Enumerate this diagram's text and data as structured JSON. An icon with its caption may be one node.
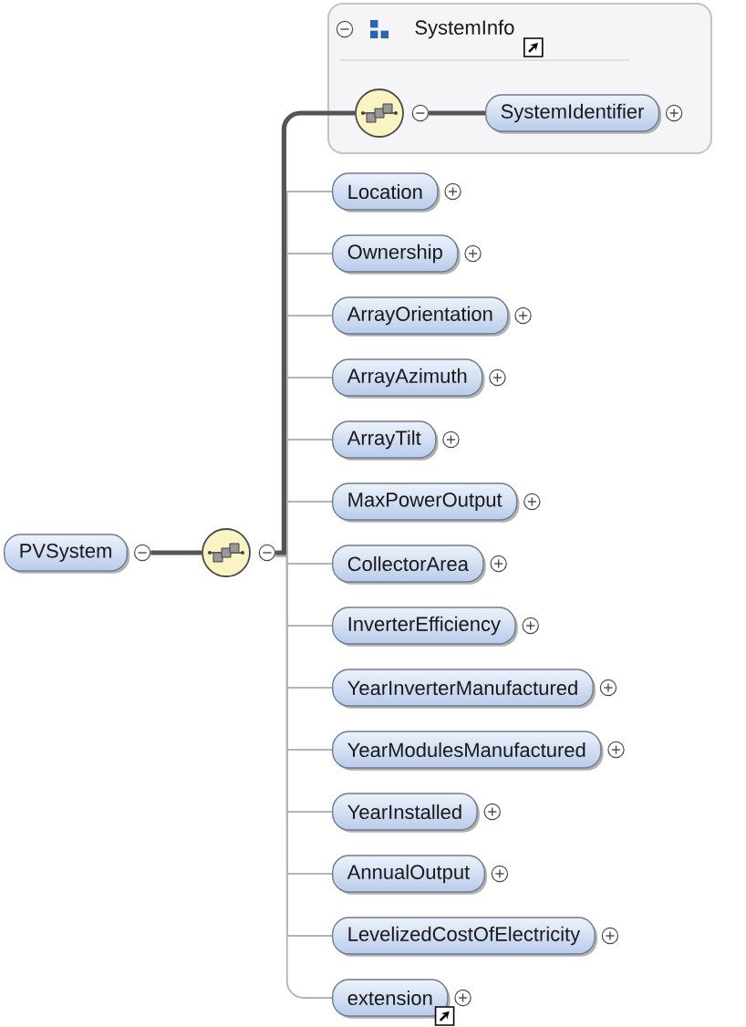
{
  "diagram": {
    "nodes": [
      {
        "text": [
          "PVSystem"
        ]
      },
      {
        "text": [],
        "shape": "circle"
      },
      {
        "text": [
          "SystemInfo"
        ]
      },
      {
        "text": [],
        "shape": "circle",
        "in": 2
      },
      {
        "text": [
          "SystemIdentifier"
        ],
        "in": 2
      },
      {
        "text": [
          "Location"
        ]
      },
      {
        "text": [
          "Ownership"
        ]
      },
      {
        "text": [
          "ArrayOrientation"
        ]
      },
      {
        "text": [
          "ArrayAzimuth"
        ]
      },
      {
        "text": [
          "ArrayTilt"
        ]
      },
      {
        "text": [
          "MaxPowerOutput"
        ]
      },
      {
        "text": [
          "CollectorArea"
        ]
      },
      {
        "text": [
          "InverterEfficiency"
        ]
      },
      {
        "text": [
          "YearInverterManufactured"
        ]
      },
      {
        "text": [
          "YearModulesManufactured"
        ]
      },
      {
        "text": [
          "YearInstalled"
        ]
      },
      {
        "text": [
          "AnnualOutput"
        ]
      },
      {
        "text": [
          "LevelizedCostOfElectricity"
        ]
      },
      {
        "text": [
          "extension"
        ]
      }
    ],
    "edges": [
      {
        "from": 0,
        "to": 1,
        "arrow": "none",
        "style": "thick",
        "color": "#555555"
      },
      {
        "from": 1,
        "to": 3,
        "arrow": "none",
        "style": "thick",
        "color": "#555555"
      },
      {
        "from": 3,
        "to": 4,
        "arrow": "none",
        "style": "thick",
        "color": "#555555"
      },
      {
        "from": 1,
        "to": 5,
        "arrow": "none"
      },
      {
        "from": 1,
        "to": 6,
        "arrow": "none"
      },
      {
        "from": 1,
        "to": 7,
        "arrow": "none"
      },
      {
        "from": 1,
        "to": 8,
        "arrow": "none"
      },
      {
        "from": 1,
        "to": 9,
        "arrow": "none"
      },
      {
        "from": 1,
        "to": 10,
        "arrow": "none"
      },
      {
        "from": 1,
        "to": 11,
        "arrow": "none"
      },
      {
        "from": 1,
        "to": 12,
        "arrow": "none"
      },
      {
        "from": 1,
        "to": 13,
        "arrow": "none"
      },
      {
        "from": 1,
        "to": 14,
        "arrow": "none"
      },
      {
        "from": 1,
        "to": 15,
        "arrow": "none"
      },
      {
        "from": 1,
        "to": 16,
        "arrow": "none"
      },
      {
        "from": 1,
        "to": 17,
        "arrow": "none"
      },
      {
        "from": 1,
        "to": 18,
        "arrow": "none"
      }
    ]
  }
}
